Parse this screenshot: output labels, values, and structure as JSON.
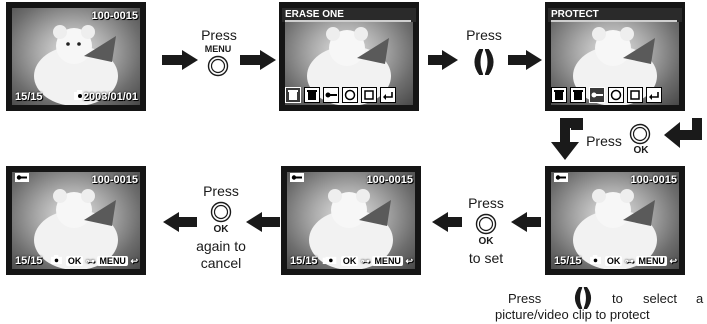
{
  "screen1": {
    "file_id": "100-0015",
    "counter": "15/15",
    "date": "2003/01/01"
  },
  "screen2": {
    "menu_title": "ERASE  ONE"
  },
  "screen3": {
    "menu_title": "PROTECT"
  },
  "screen_lock": {
    "file_id": "100-0015",
    "counter": "15/15",
    "ok": "OK",
    "menu": "MENU"
  },
  "screen_mid": {
    "file_id": "100-0015",
    "counter": "15/15",
    "ok": "OK",
    "menu": "MENU"
  },
  "screen_final": {
    "file_id": "100-0015",
    "counter": "15/15",
    "ok": "OK",
    "menu": "MENU"
  },
  "steps": {
    "press_menu": {
      "press": "Press",
      "button": "MENU"
    },
    "press_lr": {
      "press": "Press"
    },
    "press_ok_down": {
      "press": "Press",
      "button": "OK"
    },
    "press_ok_set": {
      "press": "Press",
      "button": "OK",
      "note": "to set"
    },
    "press_ok_cancel": {
      "press": "Press",
      "button": "OK",
      "note1": "again to",
      "note2": "cancel"
    }
  },
  "caption": {
    "line1_press": "Press",
    "line1_to": "to",
    "line1_select": "select",
    "line1_a": "a",
    "line2": "picture/video clip to protect"
  }
}
